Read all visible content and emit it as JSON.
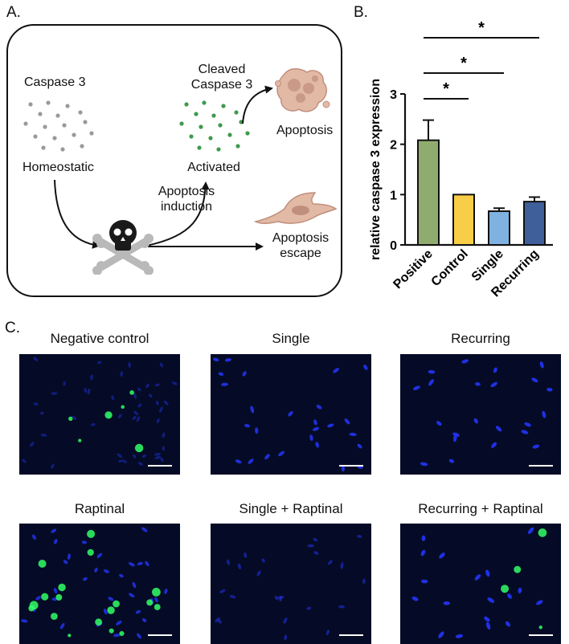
{
  "panel_a": {
    "letter": "A.",
    "caspase_title": "Caspase 3",
    "homeostatic": "Homeostatic",
    "cleaved_line1": "Cleaved",
    "cleaved_line2": "Caspase 3",
    "activated": "Activated",
    "apoptosis": "Apoptosis",
    "induction_line1": "Apoptosis",
    "induction_line2": "induction",
    "escape_line1": "Apoptosis",
    "escape_line2": "escape",
    "colors": {
      "inactive_dot": "#9a9a9a",
      "active_dot": "#3f9a4e",
      "cell": "#e2b9a5",
      "cell_dark": "#c08f7c"
    }
  },
  "panel_b": {
    "letter": "B.",
    "significance_marker": "*"
  },
  "chart_data": {
    "type": "bar",
    "categories": [
      "Positive",
      "Control",
      "Single",
      "Recurring"
    ],
    "values": [
      2.08,
      1.0,
      0.67,
      0.86
    ],
    "errors": [
      0.4,
      0.0,
      0.06,
      0.09
    ],
    "colors": [
      "#8fac6e",
      "#f8cd48",
      "#7fb2e0",
      "#3f5f9a"
    ],
    "ylabel": "relative caspase 3 expression",
    "ylim": [
      0,
      3
    ],
    "yticks": [
      0,
      1,
      2,
      3
    ],
    "significance": [
      {
        "from": 0,
        "to": 1,
        "label": "*"
      },
      {
        "from": 0,
        "to": 2,
        "label": "*"
      },
      {
        "from": 0,
        "to": 3,
        "label": "*"
      }
    ],
    "grid": false
  },
  "panel_c": {
    "letter": "C.",
    "images": [
      {
        "title": "Negative control"
      },
      {
        "title": "Single"
      },
      {
        "title": "Recurring"
      },
      {
        "title": "Raptinal"
      },
      {
        "title": "Single + Raptinal"
      },
      {
        "title": "Recurring + Raptinal"
      }
    ],
    "colors": {
      "background": "#050b26",
      "nucleus": "#2233ee",
      "signal": "#33ff66"
    }
  }
}
